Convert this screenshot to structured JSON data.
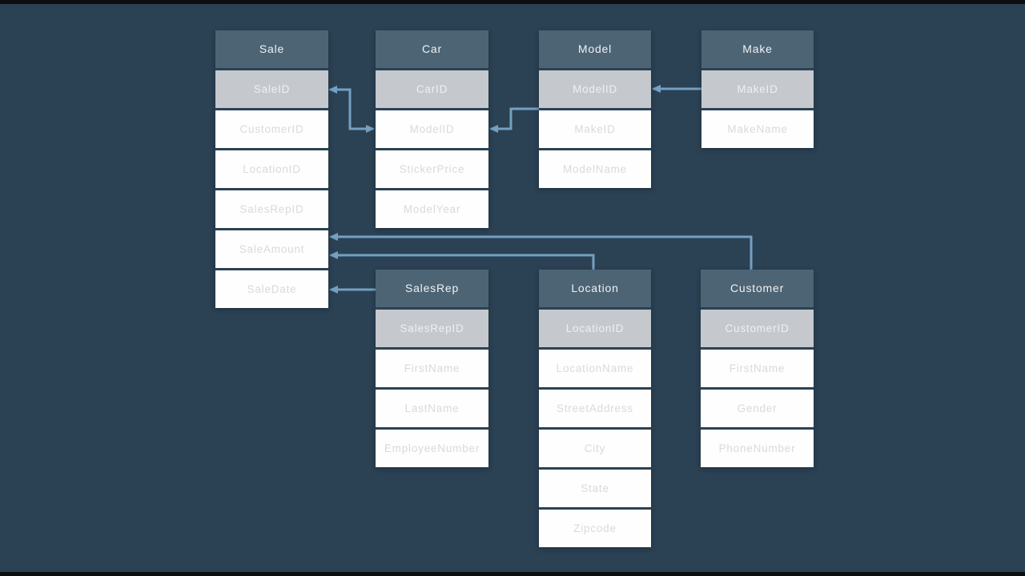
{
  "diagram": {
    "type": "entity-relationship",
    "background_color": "#2b4254",
    "connector_color": "#74a0c2",
    "header_color": "#4d6474",
    "key_row_color": "#c5c9cd",
    "row_color": "#ffffff",
    "tables": {
      "sale": {
        "title": "Sale",
        "key_field": "SaleID",
        "fields": [
          "SaleID",
          "CustomerID",
          "LocationID",
          "SalesRepID",
          "SaleAmount",
          "SaleDate"
        ]
      },
      "car": {
        "title": "Car",
        "key_field": "CarID",
        "fields": [
          "CarID",
          "ModelID",
          "StickerPrice",
          "ModelYear"
        ]
      },
      "model": {
        "title": "Model",
        "key_field": "ModelID",
        "fields": [
          "ModelID",
          "MakeID",
          "ModelName"
        ]
      },
      "make": {
        "title": "Make",
        "key_field": "MakeID",
        "fields": [
          "MakeID",
          "MakeName"
        ]
      },
      "salesrep": {
        "title": "SalesRep",
        "key_field": "SalesRepID",
        "fields": [
          "SalesRepID",
          "FirstName",
          "LastName",
          "EmployeeNumber"
        ]
      },
      "location": {
        "title": "Location",
        "key_field": "LocationID",
        "fields": [
          "LocationID",
          "LocationName",
          "StreetAddress",
          "City",
          "State",
          "Zipcode"
        ]
      },
      "customer": {
        "title": "Customer",
        "key_field": "CustomerID",
        "fields": [
          "CustomerID",
          "FirstName",
          "Gender",
          "PhoneNumber"
        ]
      }
    },
    "relationships": [
      {
        "from": "Sale.SaleID",
        "to": "Car.ModelID"
      },
      {
        "from": "Car.ModelID",
        "to": "Model.ModelID"
      },
      {
        "from": "Model.ModelID",
        "to": "Make.MakeID"
      },
      {
        "from": "Sale.SaleAmount",
        "to": "Customer"
      },
      {
        "from": "Sale.SaleAmount",
        "to": "Location"
      },
      {
        "from": "Sale.SaleDate",
        "to": "SalesRep"
      }
    ]
  }
}
